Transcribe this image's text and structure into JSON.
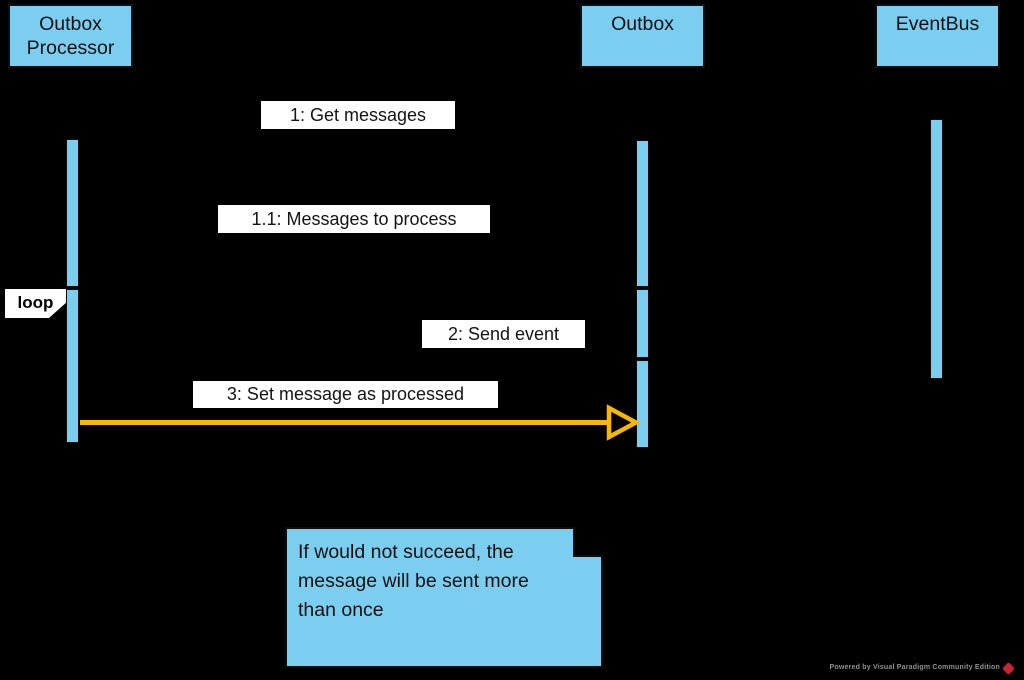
{
  "diagram": {
    "type": "uml-sequence-diagram",
    "participants": [
      {
        "name": "Outbox Processor"
      },
      {
        "name": "Outbox"
      },
      {
        "name": "EventBus"
      }
    ],
    "messages": [
      {
        "label": "1: Get messages",
        "from": "Outbox Processor",
        "to": "Outbox"
      },
      {
        "label": "1.1: Messages to process",
        "from": "Outbox",
        "to": "Outbox Processor"
      },
      {
        "label": "2: Send event",
        "from": "Outbox",
        "to": "EventBus"
      },
      {
        "label": "3: Set message as processed",
        "from": "Outbox Processor",
        "to": "Outbox",
        "emphasis": "yellow"
      }
    ],
    "fragment": {
      "operator": "loop"
    },
    "note": {
      "text": "If would not succeed, the message will be sent more than once"
    },
    "watermark": {
      "text": "Powered by Visual Paradigm Community Edition"
    },
    "colors": {
      "background": "#000000",
      "participant_fill": "#7CCEF0",
      "activation_fill": "#7CCEF0",
      "note_fill": "#7CCEF0",
      "label_background": "#FFFFFF",
      "emphasis_arrow": "#F8B800",
      "watermark_text": "#8F8F8F",
      "logo_red": "#C9252C"
    }
  }
}
